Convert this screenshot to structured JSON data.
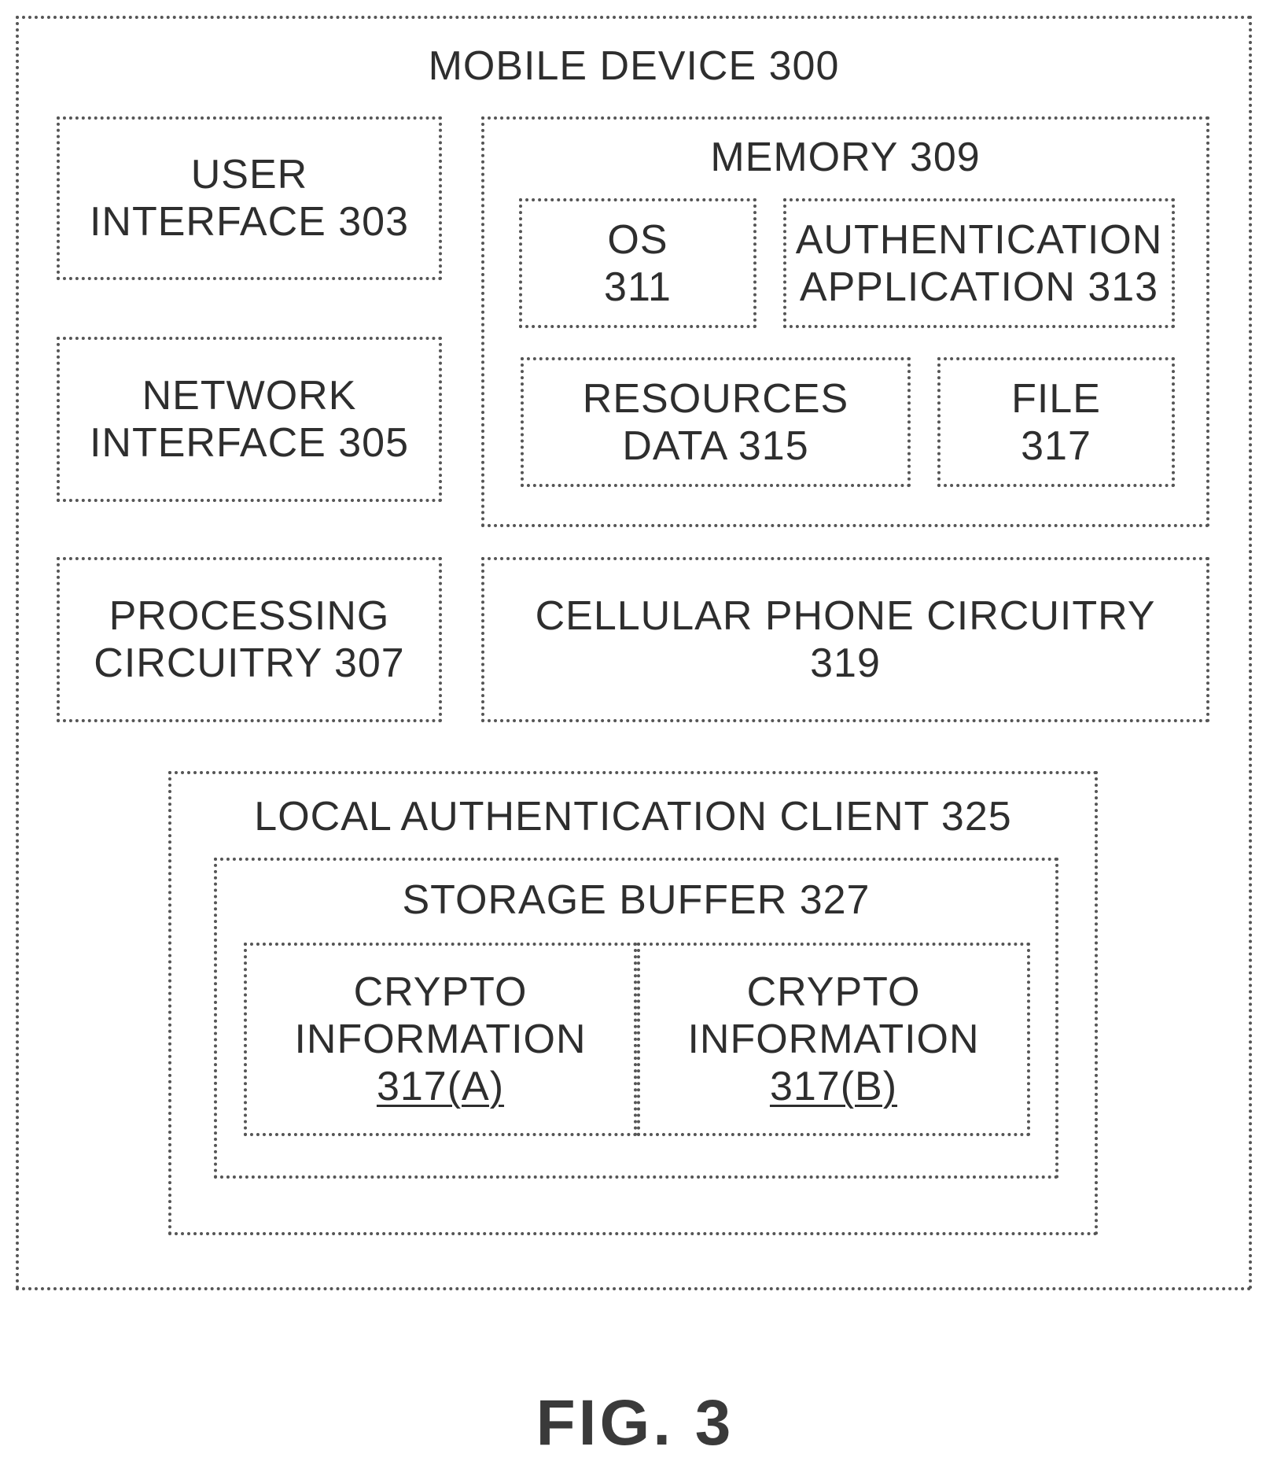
{
  "mobile_device": {
    "label": "MOBILE DEVICE 300"
  },
  "user_interface": {
    "line1": "USER",
    "line2": "INTERFACE 303"
  },
  "network_interface": {
    "line1": "NETWORK",
    "line2": "INTERFACE 305"
  },
  "processing_circuitry": {
    "line1": "PROCESSING",
    "line2": "CIRCUITRY 307"
  },
  "memory": {
    "label": "MEMORY 309",
    "os": {
      "line1": "OS",
      "line2": "311"
    },
    "auth_app": {
      "line1": "AUTHENTICATION",
      "line2": "APPLICATION 313"
    },
    "resources": {
      "line1": "RESOURCES",
      "line2": "DATA 315"
    },
    "file": {
      "line1": "FILE",
      "line2": "317"
    }
  },
  "cellular": {
    "line1": "CELLULAR PHONE CIRCUITRY",
    "line2": "319"
  },
  "local_auth_client": {
    "label": "LOCAL AUTHENTICATION CLIENT 325",
    "storage_buffer": {
      "label": "STORAGE BUFFER 327",
      "crypto_a": {
        "line1": "CRYPTO",
        "line2": "INFORMATION",
        "line3": "317(A)"
      },
      "crypto_b": {
        "line1": "CRYPTO",
        "line2": "INFORMATION",
        "line3": "317(B)"
      }
    }
  },
  "figure_caption": "FIG. 3"
}
